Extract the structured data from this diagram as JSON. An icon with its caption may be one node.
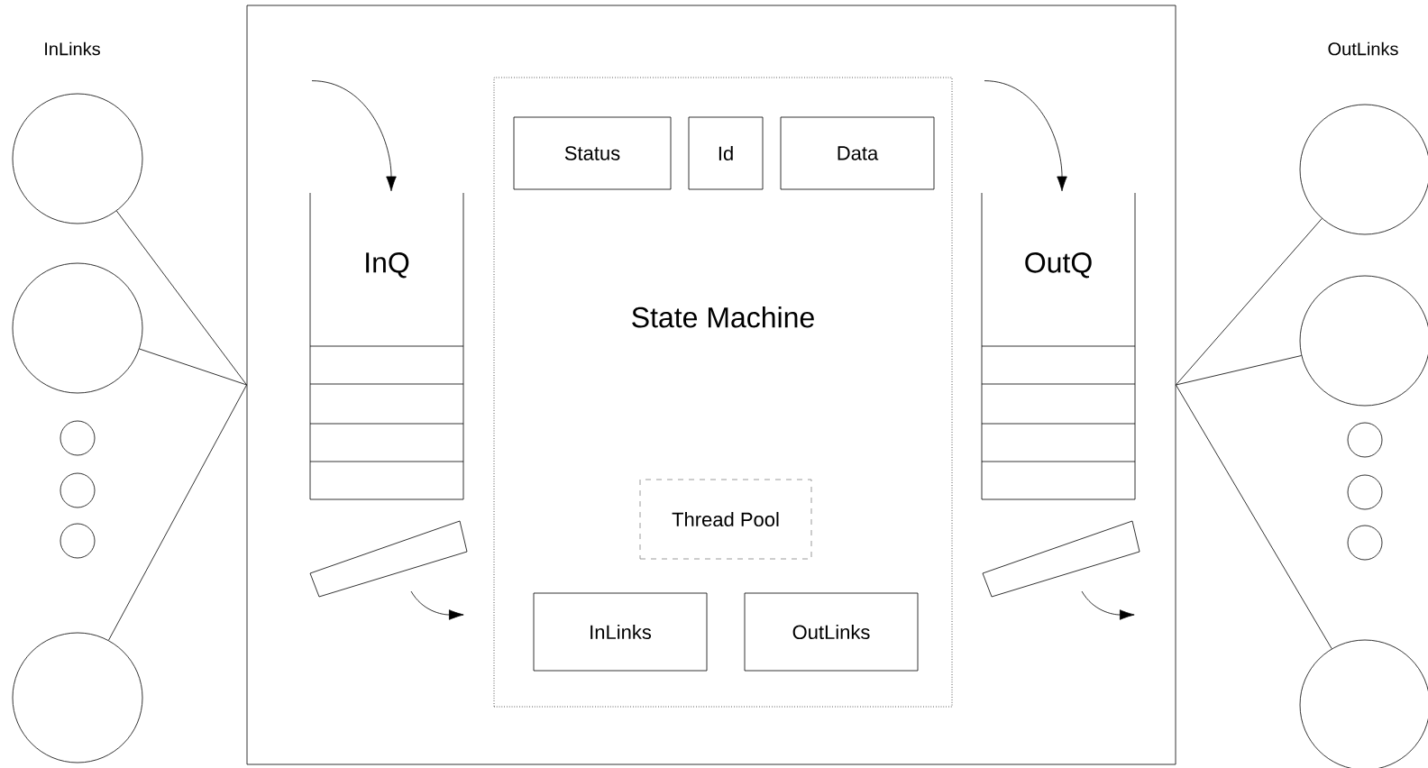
{
  "diagram": {
    "nodes": [
      {
        "text": [],
        "shape": "box"
      },
      {
        "text": [
          "InQ"
        ],
        "in": 0
      },
      {
        "text": [
          "State Machine"
        ],
        "in": 0
      },
      {
        "text": [
          "Status"
        ],
        "in": 2
      },
      {
        "text": [
          "Id"
        ],
        "in": 2
      },
      {
        "text": [
          "Data"
        ],
        "in": 2
      },
      {
        "text": [
          "Thread Pool"
        ],
        "in": 2
      },
      {
        "text": [
          "InLinks"
        ],
        "in": 2
      },
      {
        "text": [
          "OutLinks"
        ],
        "in": 2
      },
      {
        "text": [
          "OutQ"
        ],
        "in": 0
      },
      {
        "text": [],
        "shape": "circle"
      },
      {
        "text": [],
        "shape": "circle"
      },
      {
        "text": [],
        "shape": "circle"
      },
      {
        "text": [],
        "shape": "circle"
      },
      {
        "text": [],
        "shape": "circle"
      },
      {
        "text": [],
        "shape": "circle"
      },
      {
        "text": [],
        "shape": "circle"
      },
      {
        "text": [],
        "shape": "circle"
      },
      {
        "text": [],
        "shape": "circle"
      },
      {
        "text": [],
        "shape": "circle"
      },
      {
        "text": [],
        "shape": "circle"
      },
      {
        "text": [],
        "shape": "circle"
      }
    ],
    "edges": [
      {
        "from": null,
        "to": 1,
        "arrow": "to"
      },
      {
        "from": null,
        "to": 9,
        "arrow": "to"
      },
      {
        "from": 10,
        "to": 0,
        "arrow": "none"
      },
      {
        "from": 11,
        "to": 0,
        "arrow": "none"
      },
      {
        "from": 15,
        "to": 0,
        "arrow": "none"
      },
      {
        "from": 16,
        "to": 0,
        "arrow": "none"
      },
      {
        "from": 17,
        "to": 0,
        "arrow": "none"
      },
      {
        "from": 21,
        "to": 0,
        "arrow": "none"
      }
    ],
    "labels": [
      "InLinks",
      "OutLinks"
    ]
  }
}
